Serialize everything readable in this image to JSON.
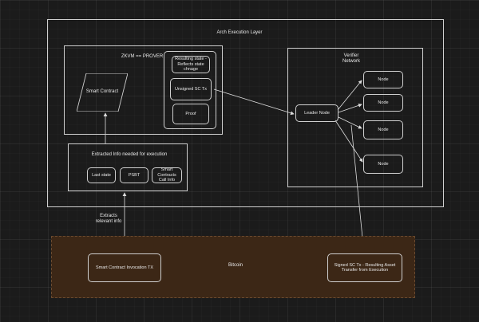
{
  "diagram": {
    "execution_layer_title": "Arch  Execution Layer",
    "zkvm_title": "ZKVM == PROVER",
    "smart_contract": "Smart Contract",
    "prover_outputs": {
      "resulting_state": "Resulting state - Reflects state chnage",
      "unsigned_tx": "Unsigned SC Tx",
      "proof": "Proof"
    },
    "extracted_info": {
      "title": "Extracted Info needed for execution",
      "items": [
        "Last state",
        "PSBT",
        "Smart Contracts Call Info"
      ]
    },
    "verifier_network": {
      "title": "Verifier Network",
      "leader": "Leader Node",
      "nodes": [
        "Node",
        "Node",
        "Node",
        "Node"
      ]
    },
    "extracts_label": "Extracts relevant info",
    "bitcoin": {
      "title": "Bitcoin",
      "invocation_tx": "Smart Contract Invocation TX",
      "signed_tx": "Signed SC Tx - Resulting Asset Transfer from Execution"
    }
  }
}
